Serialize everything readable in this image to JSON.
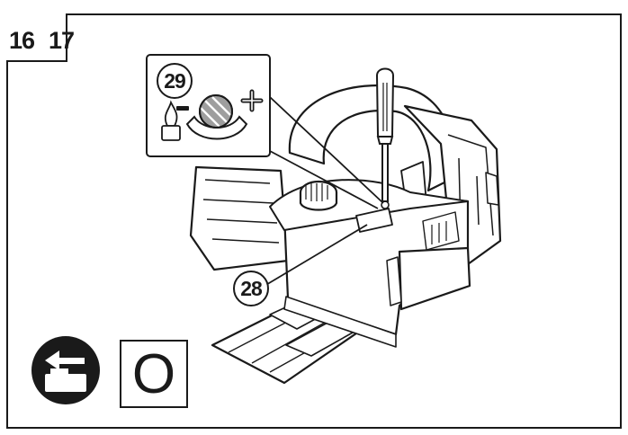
{
  "pages": {
    "left": "16",
    "right": "17"
  },
  "callouts": {
    "detail": "29",
    "vent": "28"
  },
  "mode_indicator": {
    "letter": "O"
  },
  "icons": {
    "battery_remove": "battery-remove-icon",
    "minus": "minus-icon",
    "plus": "plus-icon",
    "flame": "oil-flow-icon"
  }
}
